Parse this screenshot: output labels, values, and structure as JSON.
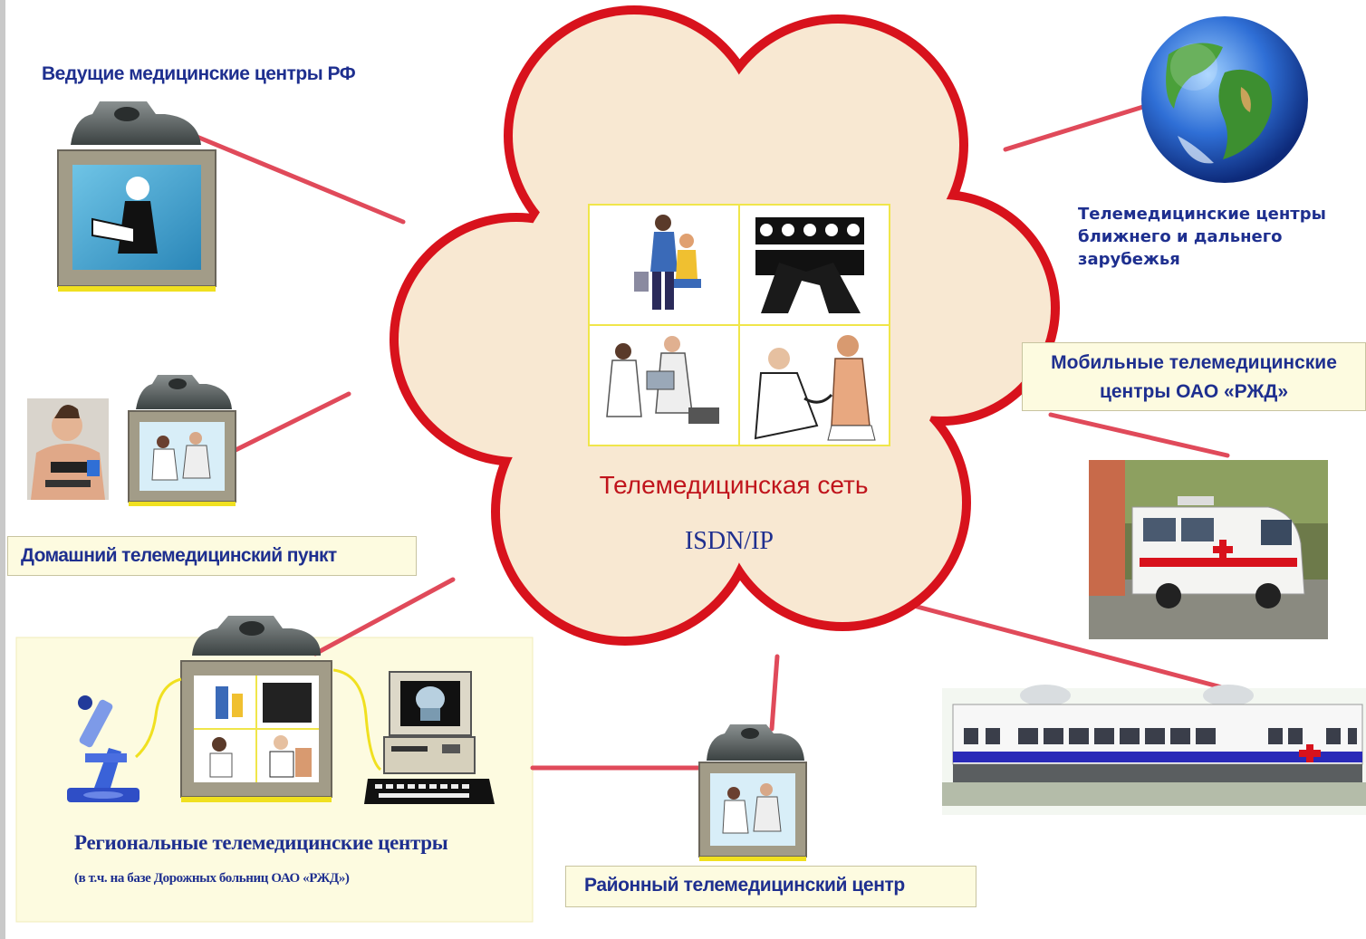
{
  "cloud": {
    "title": "Телемедицинская сеть",
    "subtitle": "ISDN/IP"
  },
  "nodes": {
    "leading_centers": "Ведущие медицинские центры РФ",
    "foreign_centers": [
      "Телемедицинские центры",
      "ближнего и дальнего",
      "зарубежья"
    ],
    "mobile_centers": [
      "Мобильные телемедицинские",
      "центры ОАО «РЖД»"
    ],
    "home_point": "Домашний телемедицинский пункт",
    "regional_centers": "Региональные телемедицинские центры",
    "regional_note": "(в т.ч. на базе Дорожных больниц ОАО «РЖД»)",
    "district_center": "Районный телемедицинский центр"
  },
  "colors": {
    "cloud_fill": "#f8e8d2",
    "cloud_border": "#d8121c",
    "link_line": "#e04a5a",
    "label_blue": "#1e2f8f",
    "box_fill": "#fdfbe0"
  },
  "icons": [
    "videoconf-terminal-icon",
    "globe-icon",
    "ambulance-icon",
    "train-car-icon",
    "microscope-icon",
    "workstation-icon",
    "patient-photo-icon"
  ]
}
